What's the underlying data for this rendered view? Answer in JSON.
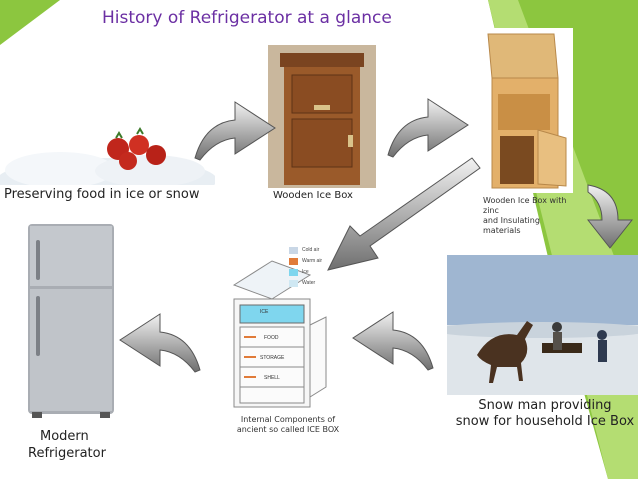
{
  "slide": {
    "title": "History of Refrigerator at a glance"
  },
  "stages": [
    {
      "id": "ice-snow",
      "caption": "Preserving food in ice or snow"
    },
    {
      "id": "wooden-ice-box",
      "caption": "Wooden Ice Box"
    },
    {
      "id": "zinc-ice-box",
      "caption_lines": [
        "Wooden Ice Box with zinc",
        "and Insulating materials"
      ]
    },
    {
      "id": "snow-man",
      "caption_lines": [
        "Snow man providing",
        "snow for household Ice Box"
      ]
    },
    {
      "id": "internal-components",
      "caption_lines": [
        "Internal Components of",
        "ancient so called ICE BOX"
      ]
    },
    {
      "id": "modern-fridge",
      "caption_lines": [
        "Modern",
        "Refrigerator"
      ]
    }
  ],
  "icebox_legend": [
    "Cold air",
    "Warm air",
    "Ice",
    "Water"
  ],
  "icebox_shelf_labels": [
    "ICE",
    "FOOD",
    "STORAGE",
    "SHELL"
  ],
  "colors": {
    "title": "#6b2fa3",
    "accent_green": "#8cc63f",
    "arrow_light": "#e8e8e8",
    "arrow_dark": "#6f6f6f",
    "wood": "#9a5a2a",
    "fridge": "#a9adb3"
  }
}
